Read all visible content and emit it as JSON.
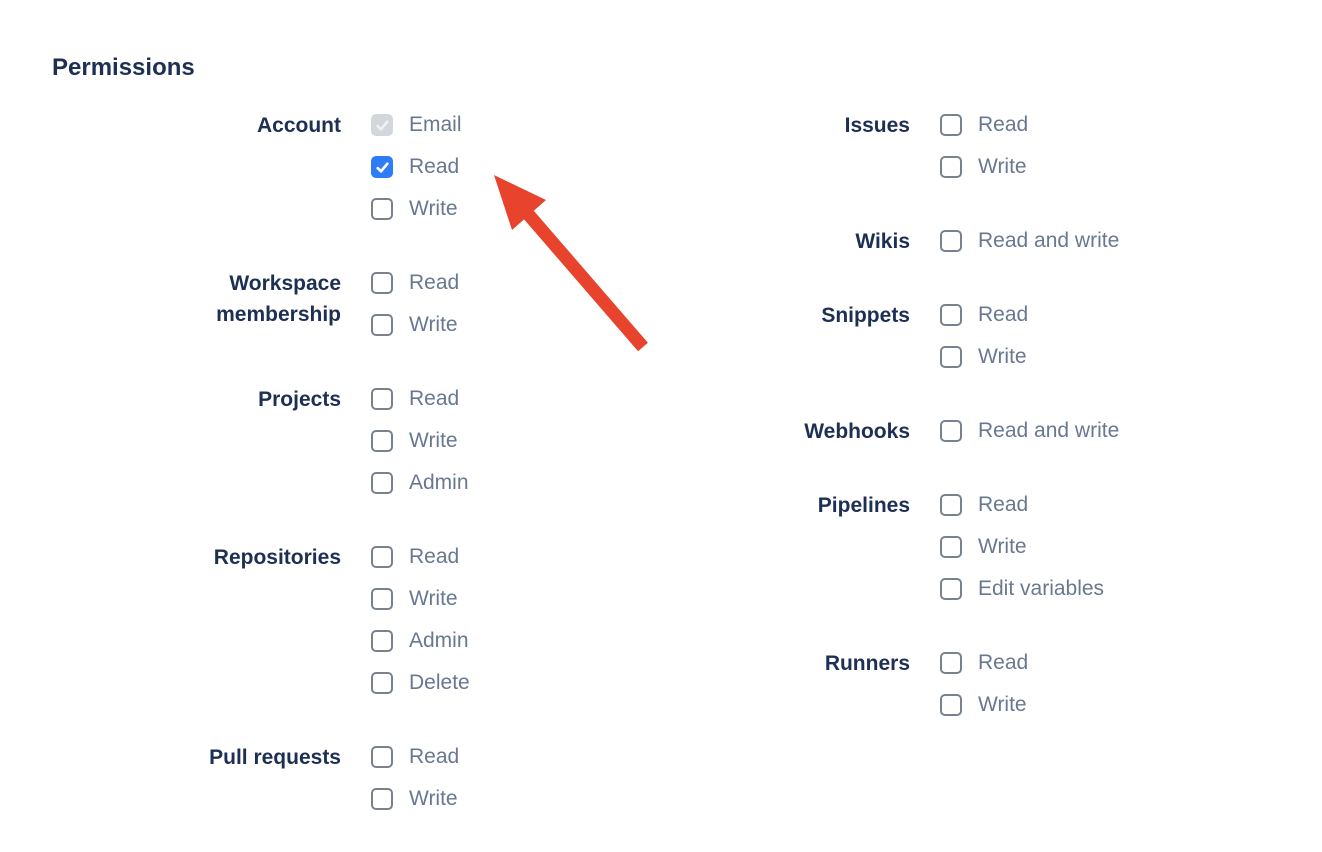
{
  "page": {
    "title": "Permissions"
  },
  "colors": {
    "heading": "#1e2f54",
    "group_label": "#1e2f54",
    "option_label": "#687891",
    "checkbox_border": "#78828f",
    "checkbox_checked": "#2e7df6",
    "checkbox_disabled_bg": "#d3d6db",
    "arrow": "#e8432c"
  },
  "arrow": {
    "color": "#e8432c",
    "points_to": "account-read-checkbox"
  },
  "columns": [
    {
      "groups": [
        {
          "label": "Account",
          "options": [
            {
              "label": "Email",
              "state": "checked-disabled"
            },
            {
              "label": "Read",
              "state": "checked"
            },
            {
              "label": "Write",
              "state": "unchecked"
            }
          ]
        },
        {
          "label": "Workspace membership",
          "options": [
            {
              "label": "Read",
              "state": "unchecked"
            },
            {
              "label": "Write",
              "state": "unchecked"
            }
          ]
        },
        {
          "label": "Projects",
          "options": [
            {
              "label": "Read",
              "state": "unchecked"
            },
            {
              "label": "Write",
              "state": "unchecked"
            },
            {
              "label": "Admin",
              "state": "unchecked"
            }
          ]
        },
        {
          "label": "Repositories",
          "options": [
            {
              "label": "Read",
              "state": "unchecked"
            },
            {
              "label": "Write",
              "state": "unchecked"
            },
            {
              "label": "Admin",
              "state": "unchecked"
            },
            {
              "label": "Delete",
              "state": "unchecked"
            }
          ]
        },
        {
          "label": "Pull requests",
          "options": [
            {
              "label": "Read",
              "state": "unchecked"
            },
            {
              "label": "Write",
              "state": "unchecked"
            }
          ]
        }
      ]
    },
    {
      "groups": [
        {
          "label": "Issues",
          "options": [
            {
              "label": "Read",
              "state": "unchecked"
            },
            {
              "label": "Write",
              "state": "unchecked"
            }
          ]
        },
        {
          "label": "Wikis",
          "options": [
            {
              "label": "Read and write",
              "state": "unchecked"
            }
          ]
        },
        {
          "label": "Snippets",
          "options": [
            {
              "label": "Read",
              "state": "unchecked"
            },
            {
              "label": "Write",
              "state": "unchecked"
            }
          ]
        },
        {
          "label": "Webhooks",
          "options": [
            {
              "label": "Read and write",
              "state": "unchecked"
            }
          ]
        },
        {
          "label": "Pipelines",
          "options": [
            {
              "label": "Read",
              "state": "unchecked"
            },
            {
              "label": "Write",
              "state": "unchecked"
            },
            {
              "label": "Edit variables",
              "state": "unchecked"
            }
          ]
        },
        {
          "label": "Runners",
          "options": [
            {
              "label": "Read",
              "state": "unchecked"
            },
            {
              "label": "Write",
              "state": "unchecked"
            }
          ]
        }
      ]
    }
  ]
}
